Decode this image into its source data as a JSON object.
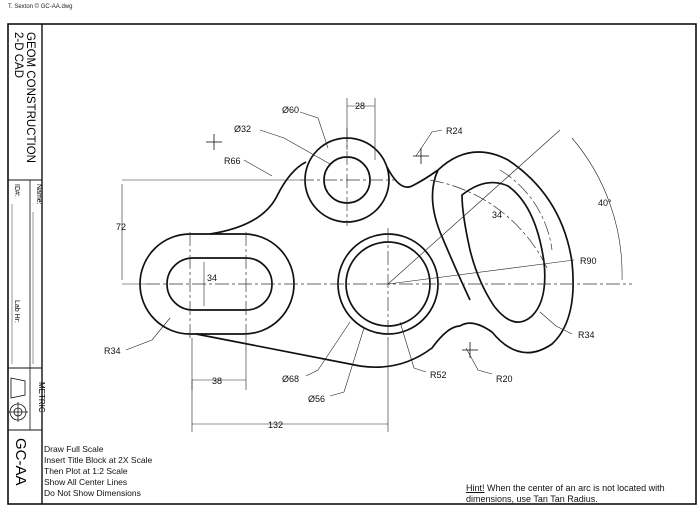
{
  "file_tag": "T. Sexton  ©  GC-AA.dwg",
  "title_block": {
    "title_line1": "GEOM CONSTRUCTION",
    "title_line2": "2-D CAD",
    "name_label": "Name:",
    "id_label": "ID#:",
    "lab_label": "Lab Hr:",
    "units": "METRIC",
    "sheet_id": "GC-AA"
  },
  "dimensions": {
    "d60": "Ø60",
    "d32": "Ø32",
    "w28": "28",
    "r24": "R24",
    "r66": "R66",
    "h72": "72",
    "s34_slot": "34",
    "r34_left": "R34",
    "w38": "38",
    "d68": "Ø68",
    "d56": "Ø56",
    "w132": "132",
    "r52": "R52",
    "r20": "R20",
    "r34_right": "R34",
    "r90": "R90",
    "a40": "40°",
    "s34_arc": "34"
  },
  "notes": [
    "Draw Full Scale",
    "Insert Title Block at 2X Scale",
    "Then Plot at 1:2 Scale",
    "Show All Center Lines",
    "Do Not Show Dimensions"
  ],
  "hint": {
    "prefix": "Hint!",
    "text": " When the center of an arc is not located with dimensions, use Tan Tan Radius."
  }
}
